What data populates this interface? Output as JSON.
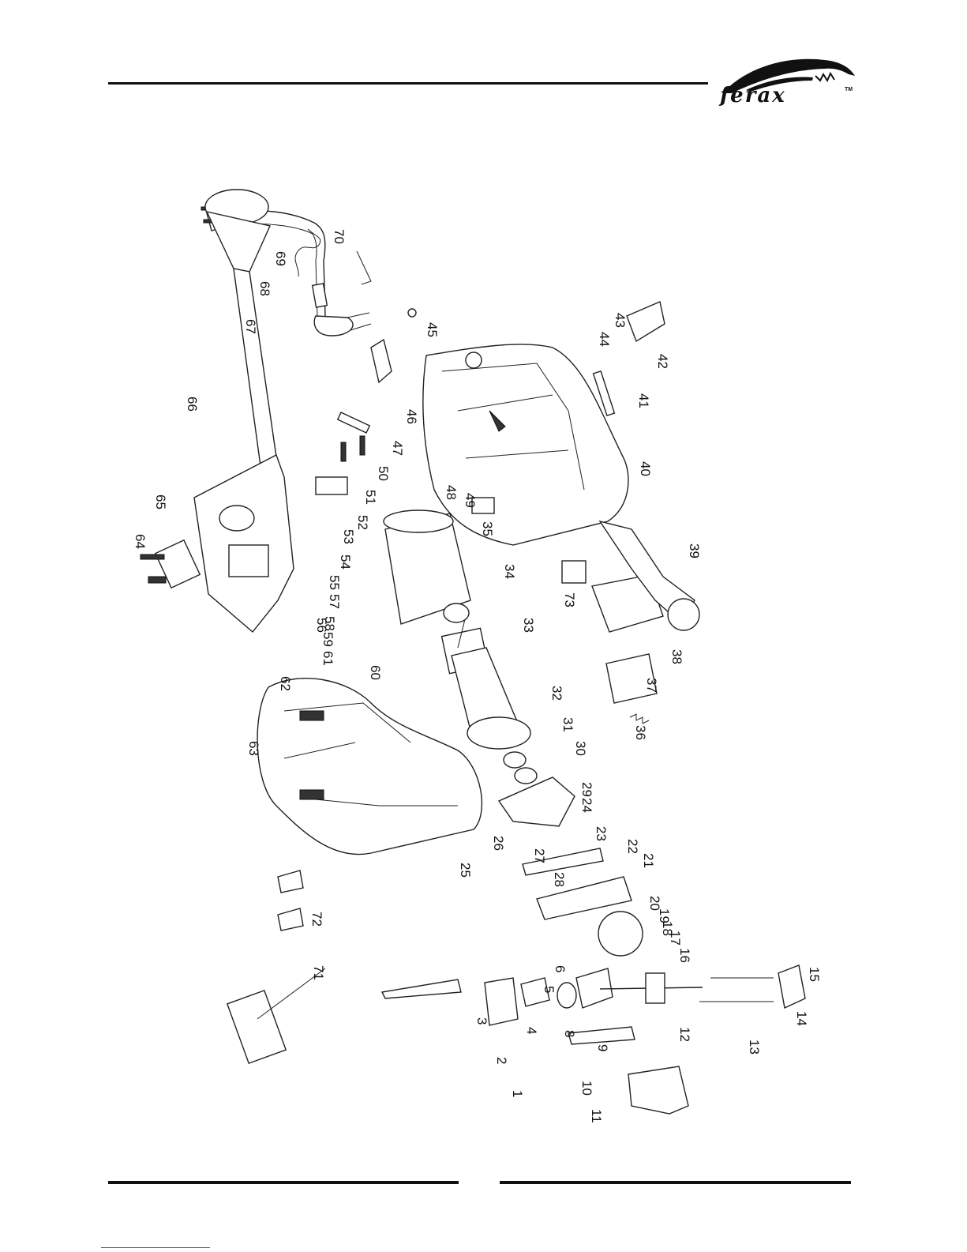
{
  "brand": {
    "name": "ferax",
    "trademark": "TM"
  },
  "callouts": [
    "1",
    "2",
    "3",
    "4",
    "5",
    "6",
    "8",
    "9",
    "10",
    "11",
    "12",
    "13",
    "14",
    "15",
    "16",
    "17",
    "18",
    "19",
    "20",
    "21",
    "22",
    "23",
    "24",
    "25",
    "26",
    "27",
    "28",
    "29",
    "30",
    "31",
    "32",
    "33",
    "34",
    "35",
    "36",
    "37",
    "38",
    "39",
    "40",
    "41",
    "42",
    "43",
    "44",
    "45",
    "46",
    "47",
    "48",
    "49",
    "50",
    "51",
    "52",
    "53",
    "54",
    "55",
    "56",
    "57",
    "58",
    "59",
    "60",
    "61",
    "62",
    "63",
    "64",
    "65",
    "66",
    "67",
    "68",
    "69",
    "70",
    "71",
    "72",
    "73"
  ]
}
